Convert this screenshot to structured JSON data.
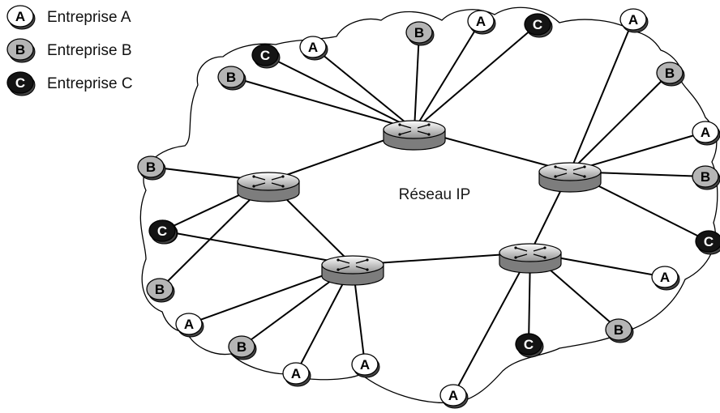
{
  "legend": [
    {
      "letter": "A",
      "label": "Entreprise A",
      "fill": "#ffffff",
      "text_color": "#000000"
    },
    {
      "letter": "B",
      "label": "Entreprise B",
      "fill": "#b5b5b5",
      "text_color": "#000000"
    },
    {
      "letter": "C",
      "label": "Entreprise C",
      "fill": "#141414",
      "text_color": "#ffffff"
    }
  ],
  "network_label": "Réseau IP",
  "routers": [
    {
      "id": "r-top"
    },
    {
      "id": "r-left"
    },
    {
      "id": "r-right"
    },
    {
      "id": "r-bottom-left"
    },
    {
      "id": "r-bottom-right"
    }
  ],
  "sites": [
    {
      "id": "s1",
      "letter": "C"
    },
    {
      "id": "s2",
      "letter": "A"
    },
    {
      "id": "s3",
      "letter": "B"
    },
    {
      "id": "s4",
      "letter": "A"
    },
    {
      "id": "s5",
      "letter": "C"
    },
    {
      "id": "s6",
      "letter": "B"
    },
    {
      "id": "s7",
      "letter": "A"
    },
    {
      "id": "s8",
      "letter": "B"
    },
    {
      "id": "s9",
      "letter": "A"
    },
    {
      "id": "s10",
      "letter": "B"
    },
    {
      "id": "s11",
      "letter": "C"
    },
    {
      "id": "s12",
      "letter": "A"
    },
    {
      "id": "s13",
      "letter": "C"
    },
    {
      "id": "s14",
      "letter": "B"
    },
    {
      "id": "s15",
      "letter": "A"
    },
    {
      "id": "s16",
      "letter": "B"
    },
    {
      "id": "s17",
      "letter": "A"
    },
    {
      "id": "s18",
      "letter": "B"
    },
    {
      "id": "s19",
      "letter": "A"
    },
    {
      "id": "s20",
      "letter": "B"
    },
    {
      "id": "s21",
      "letter": "A"
    },
    {
      "id": "s22",
      "letter": "C"
    },
    {
      "id": "s23",
      "letter": "A"
    }
  ],
  "links": [
    [
      "r-top",
      "r-left"
    ],
    [
      "r-top",
      "r-right"
    ],
    [
      "r-left",
      "r-bottom-left"
    ],
    [
      "r-bottom-left",
      "r-bottom-right"
    ],
    [
      "r-right",
      "r-bottom-right"
    ],
    [
      "r-top",
      "s1"
    ],
    [
      "r-top",
      "s2"
    ],
    [
      "r-top",
      "s3"
    ],
    [
      "r-top",
      "s4"
    ],
    [
      "r-top",
      "s5"
    ],
    [
      "r-top",
      "s6"
    ],
    [
      "r-right",
      "s7"
    ],
    [
      "r-right",
      "s8"
    ],
    [
      "r-right",
      "s9"
    ],
    [
      "r-right",
      "s10"
    ],
    [
      "r-right",
      "s11"
    ],
    [
      "r-bottom-right",
      "s12"
    ],
    [
      "r-bottom-right",
      "s13"
    ],
    [
      "r-bottom-right",
      "s14"
    ],
    [
      "r-bottom-right",
      "s15"
    ],
    [
      "r-left",
      "s16"
    ],
    [
      "r-left",
      "s17"
    ],
    [
      "r-left",
      "s18"
    ],
    [
      "r-bottom-left",
      "s19"
    ],
    [
      "r-bottom-left",
      "s20"
    ],
    [
      "r-bottom-left",
      "s21"
    ],
    [
      "r-bottom-left",
      "s22"
    ],
    [
      "r-bottom-left",
      "s23"
    ]
  ]
}
